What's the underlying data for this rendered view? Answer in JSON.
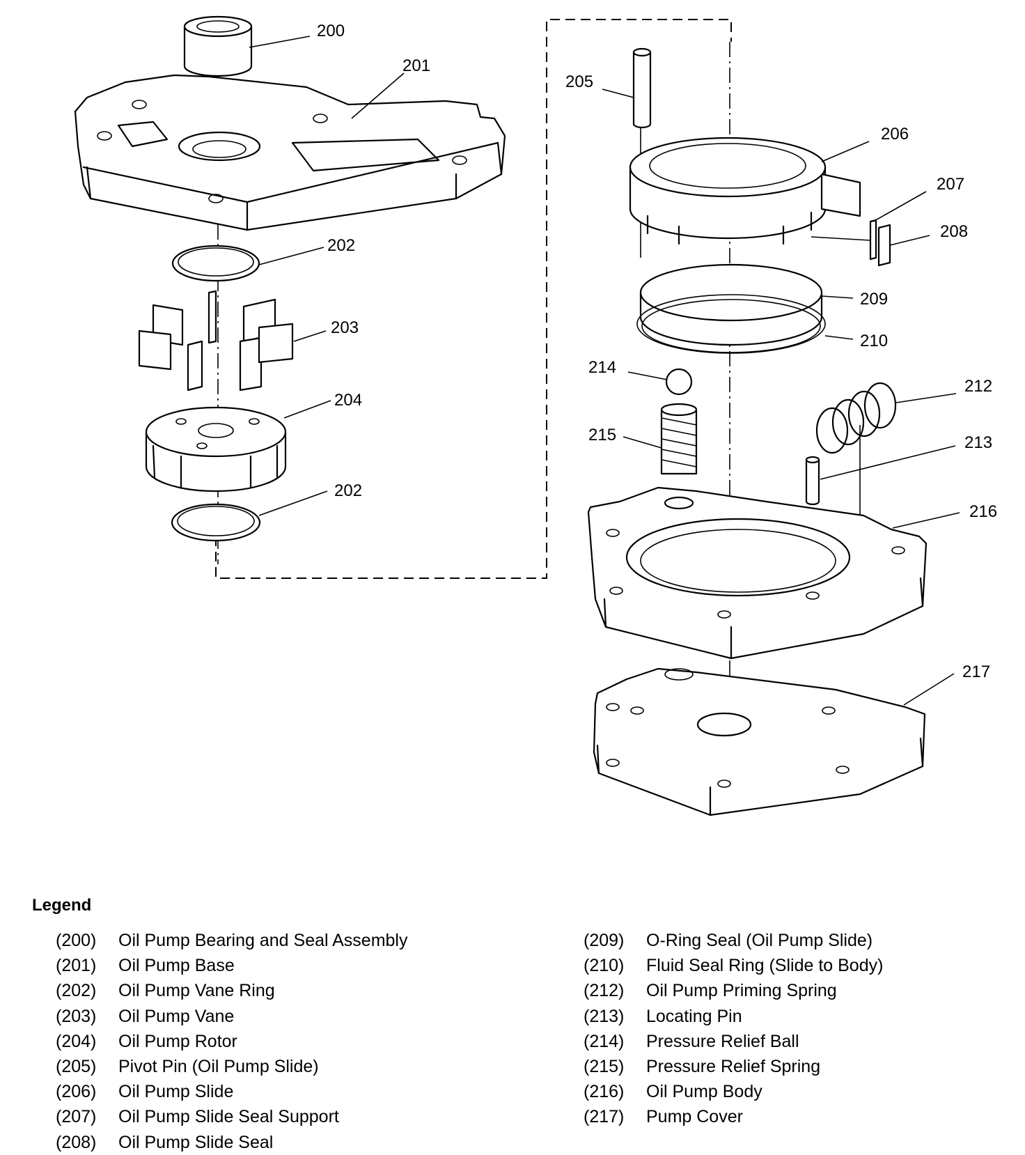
{
  "callouts": [
    {
      "id": "c200",
      "text": "200"
    },
    {
      "id": "c201",
      "text": "201"
    },
    {
      "id": "c202a",
      "text": "202"
    },
    {
      "id": "c203",
      "text": "203"
    },
    {
      "id": "c204",
      "text": "204"
    },
    {
      "id": "c202b",
      "text": "202"
    },
    {
      "id": "c205",
      "text": "205"
    },
    {
      "id": "c206",
      "text": "206"
    },
    {
      "id": "c207",
      "text": "207"
    },
    {
      "id": "c208",
      "text": "208"
    },
    {
      "id": "c209",
      "text": "209"
    },
    {
      "id": "c210",
      "text": "210"
    },
    {
      "id": "c214",
      "text": "214"
    },
    {
      "id": "c212",
      "text": "212"
    },
    {
      "id": "c215",
      "text": "215"
    },
    {
      "id": "c213",
      "text": "213"
    },
    {
      "id": "c216",
      "text": "216"
    },
    {
      "id": "c217",
      "text": "217"
    }
  ],
  "legend": {
    "title": "Legend",
    "left": [
      {
        "num": "(200)",
        "label": "Oil Pump Bearing and Seal Assembly"
      },
      {
        "num": "(201)",
        "label": "Oil Pump Base"
      },
      {
        "num": "(202)",
        "label": "Oil Pump Vane Ring"
      },
      {
        "num": "(203)",
        "label": "Oil Pump Vane"
      },
      {
        "num": "(204)",
        "label": "Oil Pump Rotor"
      },
      {
        "num": "(205)",
        "label": "Pivot Pin (Oil Pump Slide)"
      },
      {
        "num": "(206)",
        "label": "Oil Pump Slide"
      },
      {
        "num": "(207)",
        "label": "Oil Pump Slide Seal Support"
      },
      {
        "num": "(208)",
        "label": "Oil Pump Slide Seal"
      }
    ],
    "right": [
      {
        "num": "(209)",
        "label": "O-Ring Seal (Oil Pump Slide)"
      },
      {
        "num": "(210)",
        "label": "Fluid Seal Ring (Slide to Body)"
      },
      {
        "num": "(212)",
        "label": "Oil Pump Priming Spring"
      },
      {
        "num": "(213)",
        "label": "Locating Pin"
      },
      {
        "num": "(214)",
        "label": "Pressure Relief Ball"
      },
      {
        "num": "(215)",
        "label": "Pressure Relief Spring"
      },
      {
        "num": "(216)",
        "label": "Oil Pump Body"
      },
      {
        "num": "(217)",
        "label": "Pump Cover"
      }
    ]
  }
}
